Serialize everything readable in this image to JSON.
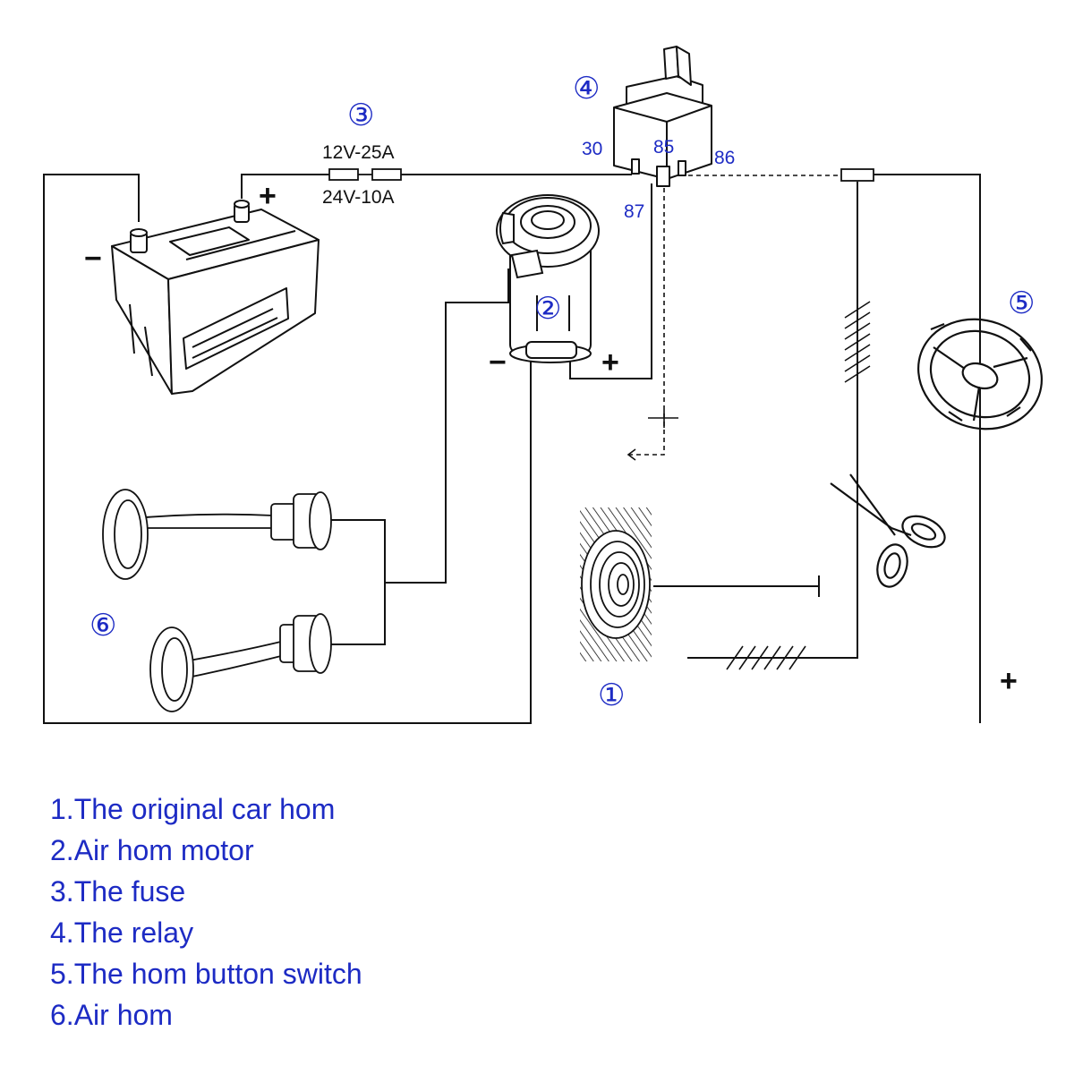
{
  "components": {
    "fuse": {
      "marker": "③",
      "rating_12v": "12V-25A",
      "rating_24v": "24V-10A",
      "icon": "fuse-icon"
    },
    "relay": {
      "marker": "④",
      "pins": [
        "30",
        "85",
        "86",
        "87"
      ],
      "icon": "relay-icon"
    },
    "motor": {
      "marker": "②",
      "icon": "air-compressor-icon"
    },
    "switch": {
      "marker": "⑤",
      "icon": "steering-wheel-icon"
    },
    "original_horn": {
      "marker": "①",
      "icon": "disc-horn-icon"
    },
    "air_horn": {
      "marker": "⑥",
      "icon": "trumpet-horn-icon"
    },
    "battery": {
      "icon": "battery-icon"
    },
    "cut_wire": {
      "icon": "scissors-icon"
    }
  },
  "polarity": {
    "plus": "+",
    "minus": "−"
  },
  "legend": [
    "1.The original car hom",
    "2.Air hom motor",
    "3.The fuse",
    "4.The relay",
    "5.The hom button switch",
    "6.Air hom"
  ],
  "colors": {
    "label_blue": "#1d2bc4",
    "line": "#111111"
  }
}
